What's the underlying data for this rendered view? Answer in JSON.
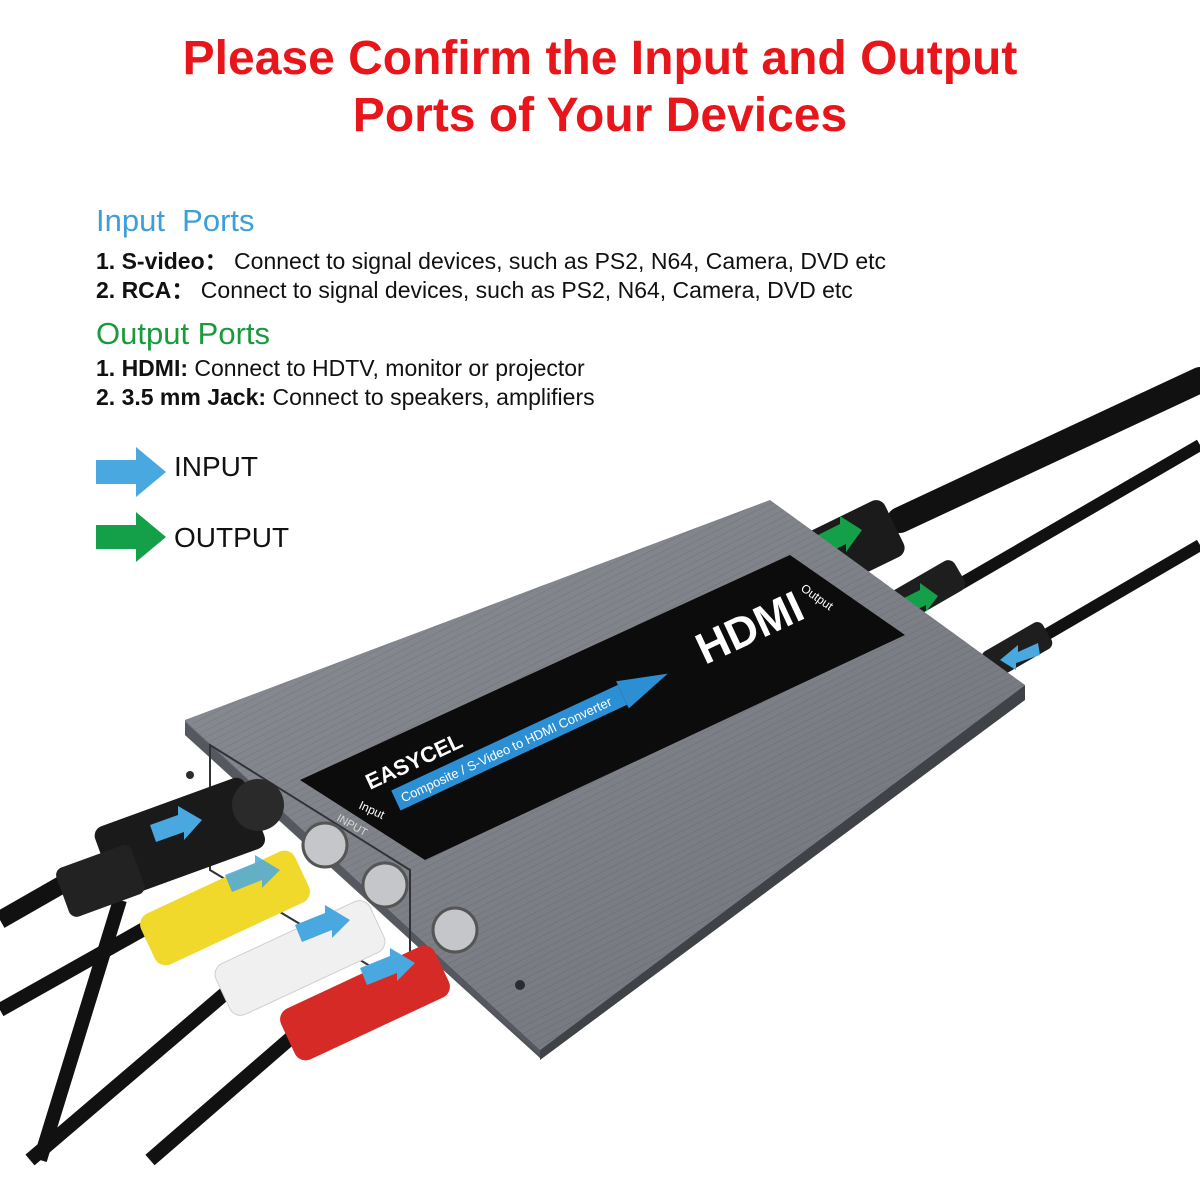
{
  "headline": {
    "line1": "Please Confirm the Input and Output",
    "line2": "Ports of Your Devices"
  },
  "input_ports": {
    "title": "Input  Ports",
    "items": [
      {
        "label": "1. S-video：",
        "text": " Connect to signal devices, such as PS2, N64, Camera, DVD etc"
      },
      {
        "label": "2. RCA：",
        "text": " Connect to signal devices, such as PS2, N64, Camera, DVD etc"
      }
    ]
  },
  "output_ports": {
    "title": "Output Ports",
    "items": [
      {
        "label": "1. HDMI:",
        "text": " Connect to HDTV, monitor or projector"
      },
      {
        "label": "2. 3.5 mm Jack:",
        "text": " Connect to speakers, amplifiers"
      }
    ]
  },
  "legend": {
    "input_label": "INPUT",
    "output_label": "OUTPUT",
    "input_color": "#4aa8e0",
    "output_color": "#14a049"
  },
  "device": {
    "brand": "EASYCEL",
    "subtitle": "Composite / S-Video to HDMI Converter",
    "hdmi_logo": "HDMI",
    "output_label": "Output",
    "input_label": "Input",
    "input_port_label": "INPUT",
    "body_color": "#7d8087",
    "label_color": "#0c0c0c"
  },
  "colors": {
    "headline": "#e8161b",
    "input_title": "#3d9fd8",
    "output_title": "#1a9a3c"
  }
}
